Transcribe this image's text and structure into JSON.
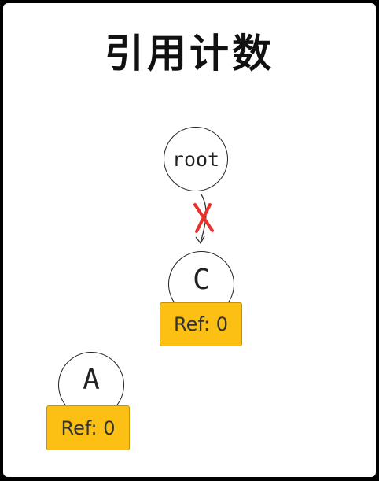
{
  "title": "引用计数",
  "nodes": {
    "root": {
      "label": "root"
    },
    "c": {
      "label": "C",
      "ref": "Ref: 0"
    },
    "a": {
      "label": "A",
      "ref": "Ref: 0"
    }
  },
  "edges": [
    {
      "from": "root",
      "to": "C",
      "removed": true
    }
  ],
  "colors": {
    "ref_box": "#fcbf14",
    "removed_mark": "#e8322b",
    "background": "#ffffff"
  }
}
